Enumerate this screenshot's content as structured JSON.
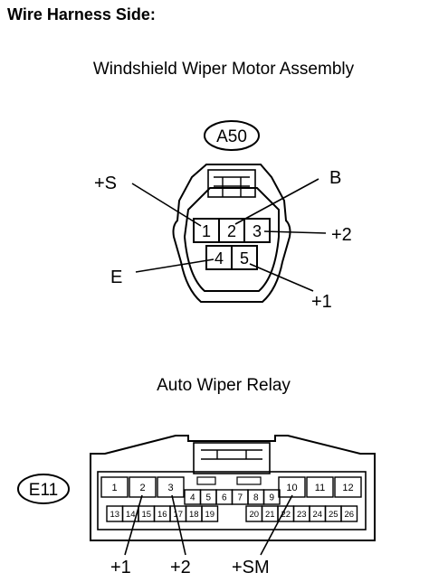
{
  "heading": "Wire Harness Side:",
  "motor": {
    "title": "Windshield Wiper Motor Assembly",
    "connector_id": "A50",
    "pins": [
      "1",
      "2",
      "3",
      "4",
      "5"
    ],
    "labels": {
      "s": "+S",
      "b": "B",
      "p2": "+2",
      "e": "E",
      "p1": "+1"
    }
  },
  "relay": {
    "title": "Auto Wiper Relay",
    "connector_id": "E11",
    "top_pins": [
      "1",
      "2",
      "3",
      "10",
      "11",
      "12"
    ],
    "mid_pins": [
      "4",
      "5",
      "6",
      "7",
      "8",
      "9"
    ],
    "bottom_left_pins": [
      "13",
      "14",
      "15",
      "16",
      "17",
      "18",
      "19"
    ],
    "bottom_right_pins": [
      "20",
      "21",
      "22",
      "23",
      "24",
      "25",
      "26"
    ],
    "labels": {
      "p1": "+1",
      "p2": "+2",
      "sm": "+SM"
    }
  }
}
